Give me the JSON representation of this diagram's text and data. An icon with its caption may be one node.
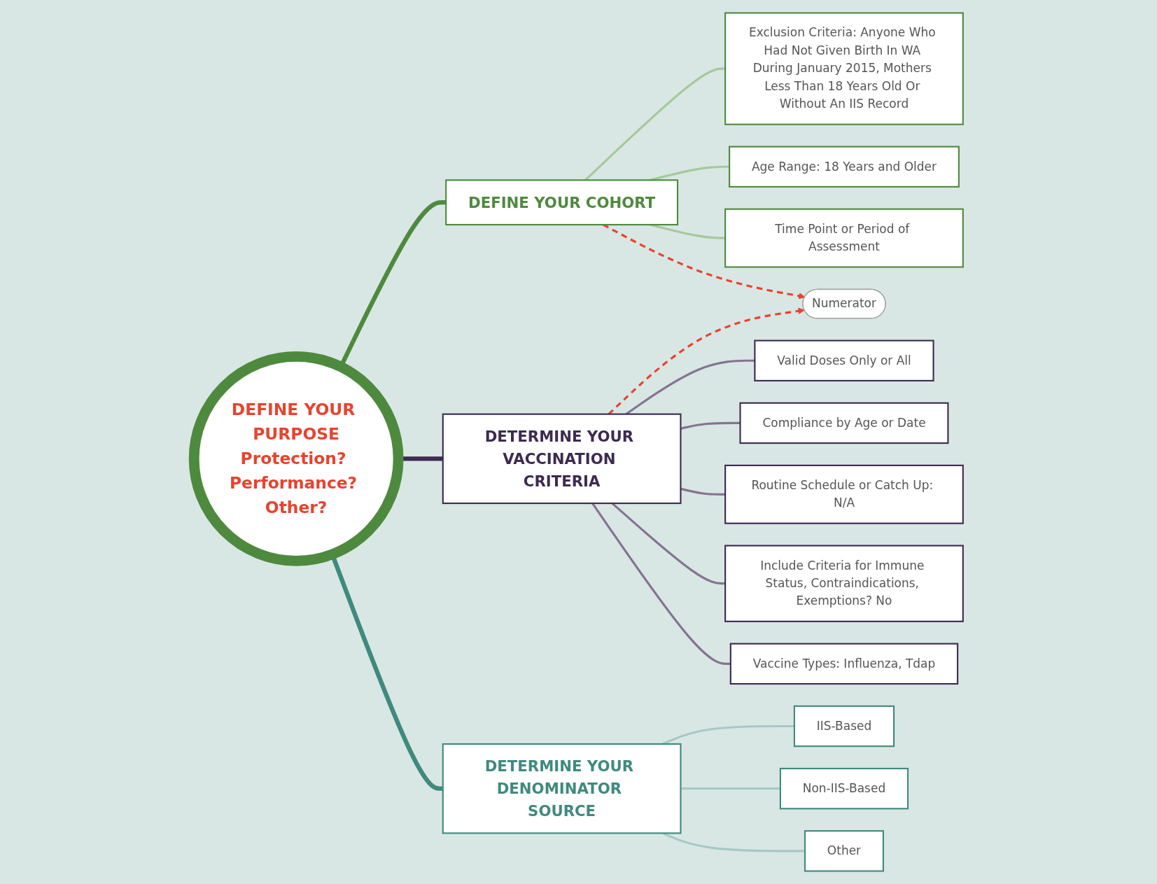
{
  "diagram": {
    "nodes": [
      {
        "text": [
          "DEFINE YOUR PURPOSE",
          "Protection? Performance? Other?"
        ]
      },
      {
        "text": [
          "DEFINE YOUR COHORT"
        ]
      },
      {
        "text": [
          "Exclusion Criteria: Anyone Who Had Not Given Birth In WA During January 2015, Mothers Less Than 18 Years Old Or Without An IIS Record"
        ]
      },
      {
        "text": [
          "Age Range: 18 Years and Older"
        ]
      },
      {
        "text": [
          "Time Point or Period of Assessment"
        ]
      },
      {
        "text": [
          "Numerator"
        ]
      },
      {
        "text": [
          "DETERMINE YOUR VACCINATION CRITERIA"
        ]
      },
      {
        "text": [
          "Valid Doses Only or All"
        ]
      },
      {
        "text": [
          "Compliance by Age or Date"
        ]
      },
      {
        "text": [
          "Routine Schedule or Catch Up: N/A"
        ]
      },
      {
        "text": [
          "Include Criteria for Immune Status, Contraindications, Exemptions? No"
        ]
      },
      {
        "text": [
          "Vaccine Types: Influenza, Tdap"
        ]
      },
      {
        "text": [
          "DETERMINE YOUR DENOMINATOR SOURCE"
        ]
      },
      {
        "text": [
          "IIS-Based"
        ]
      },
      {
        "text": [
          "Non-IIS-Based"
        ]
      },
      {
        "text": [
          "Other"
        ]
      }
    ],
    "edges": [
      {
        "from": 0,
        "to": 1,
        "arrow": "none",
        "style": "thick",
        "color": "#4e8a3e"
      },
      {
        "from": 1,
        "to": 2,
        "arrow": "none",
        "color": "#a6c99a"
      },
      {
        "from": 1,
        "to": 3,
        "arrow": "none",
        "color": "#a6c99a"
      },
      {
        "from": 1,
        "to": 4,
        "arrow": "none",
        "color": "#a6c99a"
      },
      {
        "from": 1,
        "to": 5,
        "arrow": "to",
        "style": "dashed",
        "color": "#e8432e"
      },
      {
        "from": 0,
        "to": 6,
        "arrow": "none",
        "style": "thick",
        "color": "#3d2a52"
      },
      {
        "from": 6,
        "to": 5,
        "arrow": "to",
        "style": "dashed",
        "color": "#e8432e"
      },
      {
        "from": 6,
        "to": 7,
        "arrow": "none"
      },
      {
        "from": 6,
        "to": 8,
        "arrow": "none"
      },
      {
        "from": 6,
        "to": 9,
        "arrow": "none"
      },
      {
        "from": 6,
        "to": 10,
        "arrow": "none"
      },
      {
        "from": 6,
        "to": 11,
        "arrow": "none"
      },
      {
        "from": 0,
        "to": 12,
        "arrow": "none",
        "style": "thick",
        "color": "#3f8a7e"
      },
      {
        "from": 12,
        "to": 13,
        "arrow": "none",
        "color": "#a6c9c4"
      },
      {
        "from": 12,
        "to": 14,
        "arrow": "none",
        "color": "#a6c9c4"
      },
      {
        "from": 12,
        "to": 15,
        "arrow": "none",
        "color": "#a6c9c4"
      }
    ]
  }
}
